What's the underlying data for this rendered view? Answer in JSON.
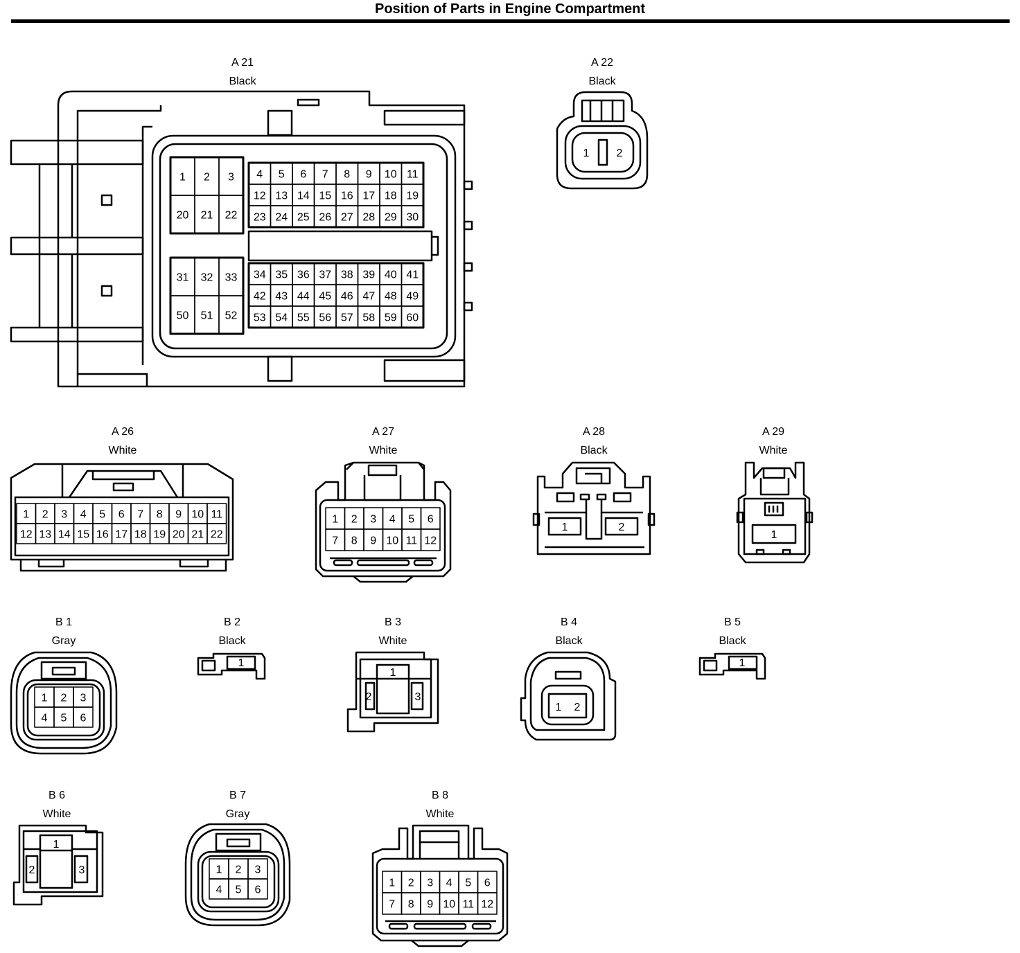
{
  "title": "Position of Parts in Engine Compartment",
  "connectors": [
    {
      "id": "A 21",
      "color": "Black"
    },
    {
      "id": "A 22",
      "color": "Black"
    },
    {
      "id": "A 26",
      "color": "White"
    },
    {
      "id": "A 27",
      "color": "White"
    },
    {
      "id": "A 28",
      "color": "Black"
    },
    {
      "id": "A 29",
      "color": "White"
    },
    {
      "id": "B 1",
      "color": "Gray"
    },
    {
      "id": "B 2",
      "color": "Black"
    },
    {
      "id": "B 3",
      "color": "White"
    },
    {
      "id": "B 4",
      "color": "Black"
    },
    {
      "id": "B 5",
      "color": "Black"
    },
    {
      "id": "B 6",
      "color": "White"
    },
    {
      "id": "B 7",
      "color": "Gray"
    },
    {
      "id": "B 8",
      "color": "White"
    }
  ],
  "pins": {
    "A21": {
      "g1": [
        "1",
        "2",
        "3",
        "20",
        "21",
        "22"
      ],
      "g2": [
        "4",
        "5",
        "6",
        "7",
        "8",
        "9",
        "10",
        "11",
        "12",
        "13",
        "14",
        "15",
        "16",
        "17",
        "18",
        "19",
        "23",
        "24",
        "25",
        "26",
        "27",
        "28",
        "29",
        "30"
      ],
      "g3": [
        "31",
        "32",
        "33",
        "50",
        "51",
        "52"
      ],
      "g4": [
        "34",
        "35",
        "36",
        "37",
        "38",
        "39",
        "40",
        "41",
        "42",
        "43",
        "44",
        "45",
        "46",
        "47",
        "48",
        "49",
        "53",
        "54",
        "55",
        "56",
        "57",
        "58",
        "59",
        "60"
      ]
    },
    "A22": [
      "1",
      "2"
    ],
    "A26": [
      "1",
      "2",
      "3",
      "4",
      "5",
      "6",
      "7",
      "8",
      "9",
      "10",
      "11",
      "12",
      "13",
      "14",
      "15",
      "16",
      "17",
      "18",
      "19",
      "20",
      "21",
      "22"
    ],
    "A27": [
      "1",
      "2",
      "3",
      "4",
      "5",
      "6",
      "7",
      "8",
      "9",
      "10",
      "11",
      "12"
    ],
    "A28": [
      "1",
      "2"
    ],
    "A29": [
      "1"
    ],
    "B1": [
      "1",
      "2",
      "3",
      "4",
      "5",
      "6"
    ],
    "B2": [
      "1"
    ],
    "B3": [
      "1",
      "2",
      "3"
    ],
    "B4": [
      "1",
      "2"
    ],
    "B5": [
      "1"
    ],
    "B6": [
      "1",
      "2",
      "3"
    ],
    "B7": [
      "1",
      "2",
      "3",
      "4",
      "5",
      "6"
    ],
    "B8": [
      "1",
      "2",
      "3",
      "4",
      "5",
      "6",
      "7",
      "8",
      "9",
      "10",
      "11",
      "12"
    ]
  }
}
